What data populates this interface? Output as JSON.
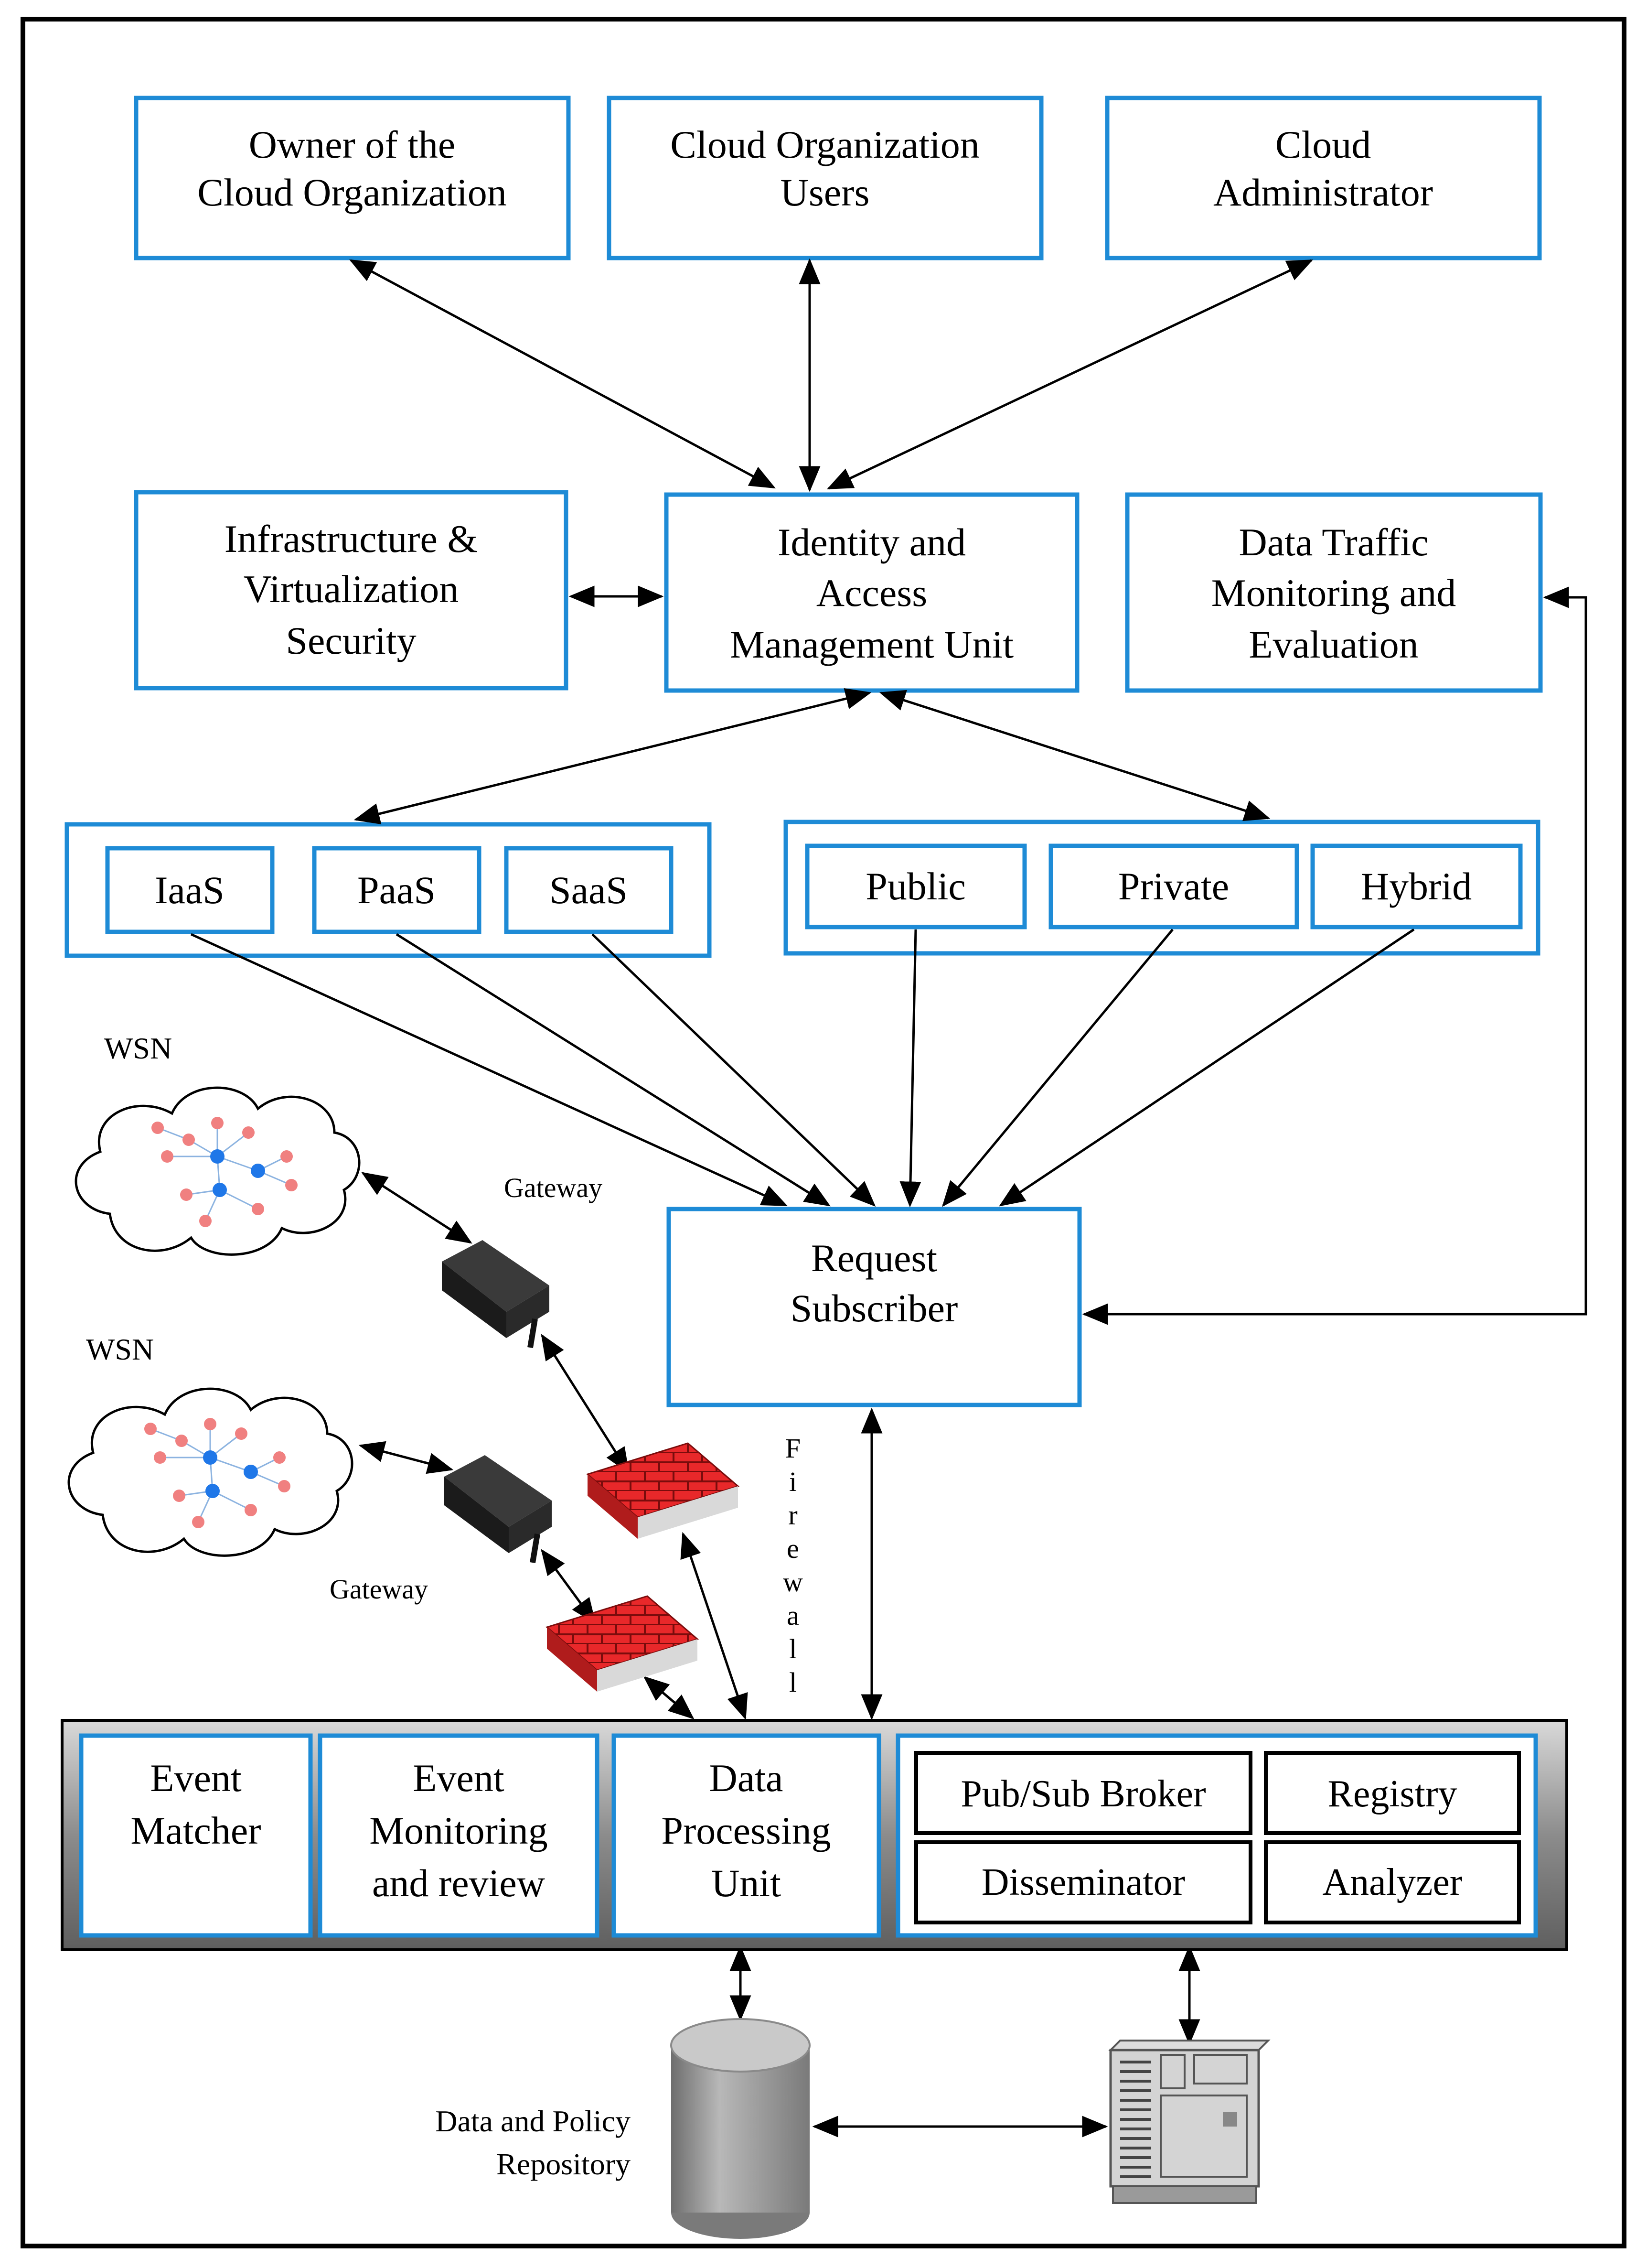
{
  "top_boxes": {
    "owner": [
      "Owner of the",
      "Cloud Organization"
    ],
    "users": [
      "Cloud Organization",
      "Users"
    ],
    "admin": [
      "Cloud",
      "Administrator"
    ]
  },
  "mid_boxes": {
    "infra": [
      "Infrastructure &",
      "Virtualization",
      "Security"
    ],
    "iam": [
      "Identity and",
      "Access",
      "Management Unit"
    ],
    "traffic": [
      "Data Traffic",
      "Monitoring and",
      "Evaluation"
    ]
  },
  "service_models": [
    "IaaS",
    "PaaS",
    "SaaS"
  ],
  "deployment_models": [
    "Public",
    "Private",
    "Hybrid"
  ],
  "wsn": {
    "label_1": "WSN",
    "label_2": "WSN",
    "gateway_1": "Gateway",
    "gateway_2": "Gateway"
  },
  "firewall_label": [
    "F",
    "i",
    "r",
    "e",
    "w",
    "a",
    "l",
    "l"
  ],
  "request_subscriber": [
    "Request",
    "Subscriber"
  ],
  "bottom_bar": {
    "event_matcher": [
      "Event",
      "Matcher"
    ],
    "event_monitoring": [
      "Event",
      "Monitoring",
      "and review"
    ],
    "data_processing": [
      "Data",
      "Processing",
      "Unit"
    ],
    "broker": "Pub/Sub Broker",
    "registry": "Registry",
    "disseminator": "Disseminator",
    "analyzer": "Analyzer"
  },
  "repository": [
    "Data and Policy",
    "Repository"
  ],
  "colors": {
    "box_border": "#1E8BD6",
    "bar_fill": "#8C8C8C",
    "firewall": "#E8282A",
    "node_red": "#F08080",
    "node_blue": "#1F77E8"
  }
}
